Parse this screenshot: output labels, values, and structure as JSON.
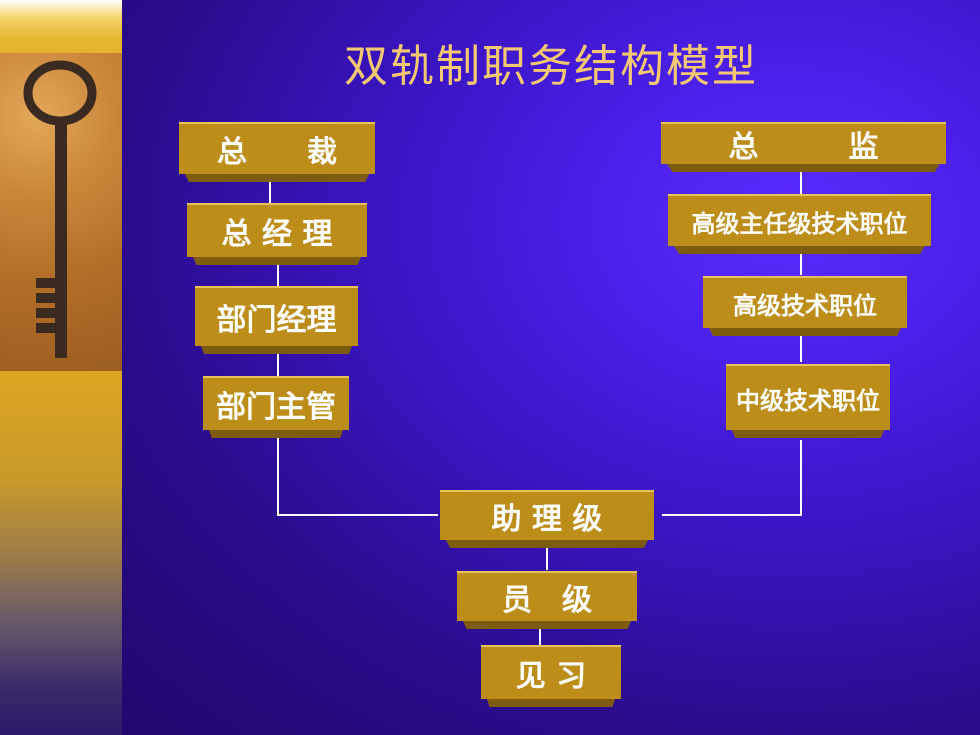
{
  "title": "双轨制职务结构模型",
  "left_track": [
    "总　　裁",
    "总 经 理",
    "部门经理",
    "部门主管"
  ],
  "right_track": [
    "总　　　监",
    "高级主任级技术职位",
    "高级技术职位",
    "中级技术职位"
  ],
  "common": [
    "助 理 级",
    "员　级",
    "见 习"
  ],
  "colors": {
    "box": "#bd8d1a",
    "title": "#f2c872",
    "line": "#ffffff"
  }
}
